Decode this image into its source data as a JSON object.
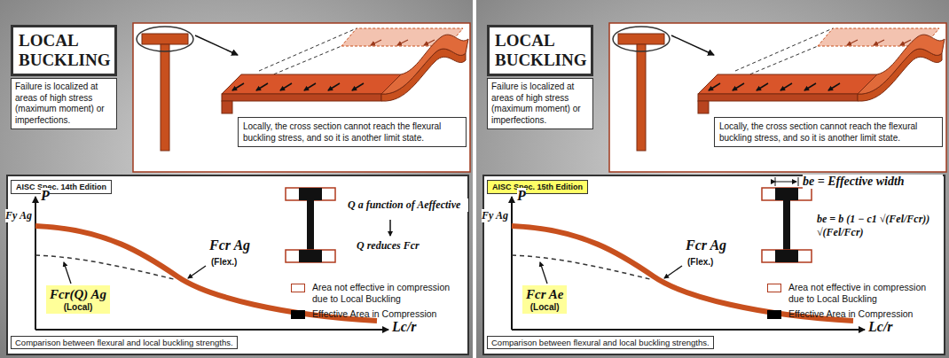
{
  "diagram": {
    "nodes": [
      {
        "text": [
          "LOCAL BUCKLING"
        ]
      },
      {
        "text": [
          "Failure is localized at areas of high stress (maximum moment) or imperfections."
        ]
      },
      {
        "text": [
          "Locally, the cross section cannot reach the flexural buckling stress, and so it is another limit state."
        ]
      },
      {
        "text": [
          "AISC Spec. 14th Edition"
        ]
      },
      {
        "text": [
          "Fcr(Q) Ag",
          "(Local)"
        ]
      },
      {
        "text": [
          "Comparison between flexural and local buckling strengths."
        ]
      },
      {
        "text": [
          "LOCAL BUCKLING"
        ]
      },
      {
        "text": [
          "Failure is localized at areas of high stress (maximum moment) or imperfections."
        ]
      },
      {
        "text": [
          "Locally, the cross section cannot reach the flexural buckling stress, and so it is another limit state."
        ]
      },
      {
        "text": [
          "AISC Spec. 15th Edition"
        ]
      },
      {
        "text": [
          "Fcr Ae",
          "(Local)"
        ]
      },
      {
        "text": [
          "Comparison between flexural and local buckling strengths."
        ]
      }
    ],
    "labels": [
      "P",
      "Fy Ag",
      "Fcr Ag",
      "(Flex.)",
      "Lc/r",
      "Q a function of Aeffective",
      "Q reduces Fcr",
      "P",
      "Fy Ag",
      "Fcr Ag",
      "(Flex.)",
      "Lc/r",
      "be = Effective width",
      "be = b (1 − c1 √(Fel/Fcr)) √(Fel/Fcr)"
    ],
    "legend": [
      {
        "text": "Area not effective in compression due to Local Buckling"
      },
      {
        "text": "Effective Area in Compression",
        "color": "#000000"
      },
      {
        "text": "Area not effective in compression due to Local Buckling"
      },
      {
        "text": "Effective Area in Compression",
        "color": "#000000"
      }
    ]
  }
}
